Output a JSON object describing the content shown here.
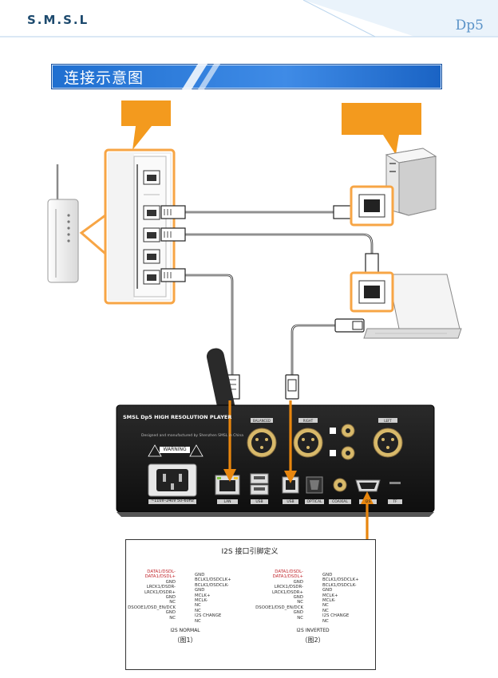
{
  "header": {
    "brand": "S.M.S.L",
    "model": "Dp5"
  },
  "section": {
    "title": "连接示意图"
  },
  "device_panel": {
    "title": "SMSL Dp5  HIGH RESOLUTION PLAYER",
    "made_by": "Designed and manufactured by Shenzhen SMSL in China",
    "warning": "WARNING",
    "power_label": "~110V–240V 50–60Hz",
    "labels": {
      "xlr_l": "BALANCED",
      "right": "RIGHT",
      "left": "LEFT",
      "lan": "LAN",
      "usb_a": "USB",
      "usb_b": "USB",
      "optical": "OPTICAL",
      "coaxial": "COAXIAL",
      "i2s": "I2S",
      "tf": "TF"
    }
  },
  "pinout": {
    "title": "I2S 接口引脚定义",
    "normal": {
      "left_pins": [
        "DATA1/DSDL-",
        "DATA1/DSDL+",
        "GND",
        "LRCK1/DSDR-",
        "LRCK1/DSDR+",
        "GND",
        "NC",
        "DSOOE1/DSD_EN/DCK",
        "GND",
        "NC"
      ],
      "right_pins": [
        "GND",
        "BCLK1/DSDCLK+",
        "BCLK1/DSDCLK-",
        "GND",
        "MCLK+",
        "MCLK-",
        "NC",
        "NC",
        "I2S CHANGE",
        "NC"
      ],
      "caption": "I2S NORMAL",
      "figure": "（图1）"
    },
    "inverted": {
      "left_pins": [
        "DATA1/DSDL-",
        "DATA1/DSDL+",
        "GND",
        "LRCK1/DSDR-",
        "LRCK1/DSDR+",
        "GND",
        "NC",
        "DSOOE1/DSD_EN/DCK",
        "GND",
        "NC"
      ],
      "right_pins": [
        "GND",
        "BCLK1/DSDCLK+",
        "BCLK1/DSDCLK-",
        "GND",
        "MCLK+",
        "MCLK-",
        "NC",
        "NC",
        "I2S CHANGE",
        "NC"
      ],
      "caption": "I2S INVERTED",
      "figure": "（图2）"
    }
  },
  "colors": {
    "accent_blue": "#2b7be0",
    "callout_orange": "#f39a1e",
    "arrow_orange": "#e8860e",
    "device_black": "#151515"
  }
}
